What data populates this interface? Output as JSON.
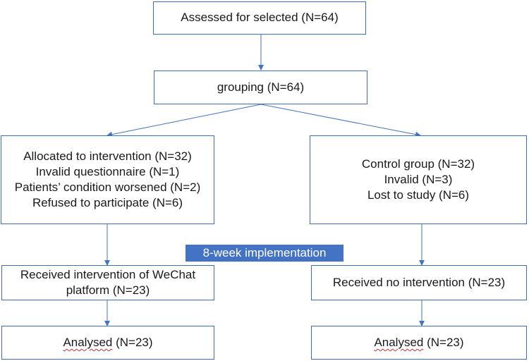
{
  "flowchart": {
    "assessed": "Assessed for selected (N=64)",
    "grouping": "grouping (N=64)",
    "intervention_box": [
      "Allocated to intervention (N=32)",
      "Invalid questionnaire (N=1)",
      "Patients’ condition worsened (N=2)",
      "Refused to participate (N=6)"
    ],
    "control_box": [
      "Control group (N=32)",
      "Invalid (N=3)",
      "Lost to study (N=6)"
    ],
    "implementation_banner": "8-week implementation",
    "received_intervention": [
      "Received intervention of WeChat",
      "platform (N=23)"
    ],
    "received_none": "Received no intervention (N=23)",
    "analysed_word": "Analysed",
    "analysed_count": " (N=23)"
  },
  "colors": {
    "box_border": "#3f6fb0",
    "arrow": "#4472c4",
    "banner_bg": "#4472c4",
    "banner_text": "#ffffff",
    "spellcheck_underline": "#d03030"
  }
}
